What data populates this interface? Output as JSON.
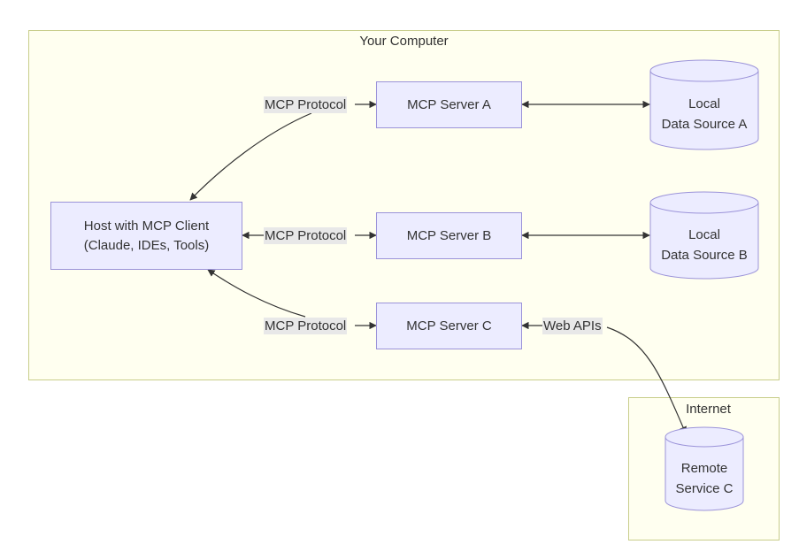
{
  "groups": {
    "computer": "Your Computer",
    "internet": "Internet"
  },
  "nodes": {
    "host_line1": "Host with MCP Client",
    "host_line2": "(Claude, IDEs, Tools)",
    "server_a": "MCP Server A",
    "server_b": "MCP Server B",
    "server_c": "MCP Server C"
  },
  "data_sources": {
    "a_line1": "Local",
    "a_line2": "Data Source A",
    "b_line1": "Local",
    "b_line2": "Data Source B",
    "c_line1": "Remote",
    "c_line2": "Service C"
  },
  "edge_labels": {
    "protocol_a": "MCP Protocol",
    "protocol_b": "MCP Protocol",
    "protocol_c": "MCP Protocol",
    "web_apis": "Web APIs"
  },
  "colors": {
    "group_fill": "#fffff0",
    "group_border": "#c8cd8a",
    "node_fill": "#ececff",
    "node_border": "#9b93d9",
    "edge": "#333333",
    "label_bg": "#e8e8e8"
  }
}
